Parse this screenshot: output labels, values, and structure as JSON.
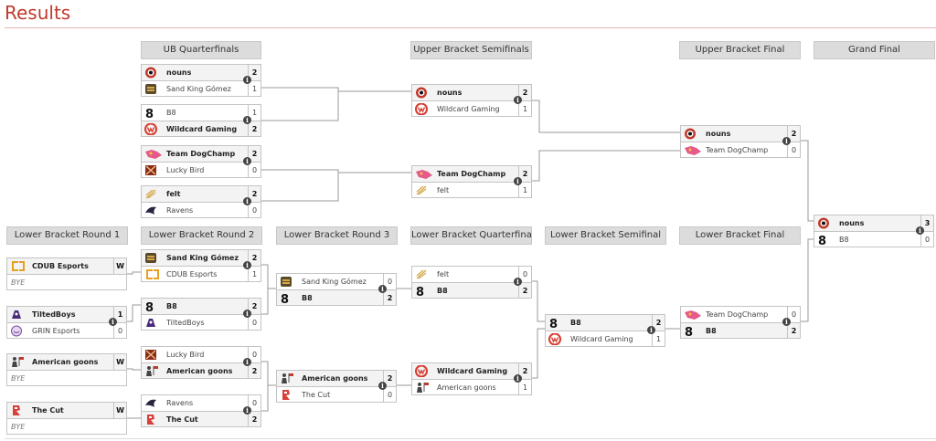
{
  "title": "Results",
  "headers": {
    "ubqf": "UB Quarterfinals",
    "ubsf": "Upper Bracket Semifinals",
    "ubf": "Upper Bracket Final",
    "gf": "Grand Final",
    "lb1": "Lower Bracket Round 1",
    "lb2": "Lower Bracket Round 2",
    "lb3": "Lower Bracket Round 3",
    "lbqf": "Lower Bracket Quarterfinals",
    "lbsf": "Lower Bracket Semifinal",
    "lbf": "Lower Bracket Final"
  },
  "matches": {
    "ubqf1": {
      "t1": "nouns",
      "s1": "2",
      "t2": "Sand King Gómez",
      "s2": "1"
    },
    "ubqf2": {
      "t1": "B8",
      "s1": "1",
      "t2": "Wildcard Gaming",
      "s2": "2"
    },
    "ubqf3": {
      "t1": "Team DogChamp",
      "s1": "2",
      "t2": "Lucky Bird",
      "s2": "0"
    },
    "ubqf4": {
      "t1": "felt",
      "s1": "2",
      "t2": "Ravens",
      "s2": "0"
    },
    "ubsf1": {
      "t1": "nouns",
      "s1": "2",
      "t2": "Wildcard Gaming",
      "s2": "1"
    },
    "ubsf2": {
      "t1": "Team DogChamp",
      "s1": "2",
      "t2": "felt",
      "s2": "1"
    },
    "ubf": {
      "t1": "nouns",
      "s1": "2",
      "t2": "Team DogChamp",
      "s2": "0"
    },
    "gf": {
      "t1": "nouns",
      "s1": "3",
      "t2": "B8",
      "s2": "0"
    },
    "lb1a": {
      "t1": "CDUB Esports",
      "s1": "W",
      "t2": "BYE",
      "s2": ""
    },
    "lb1b": {
      "t1": "TiltedBoys",
      "s1": "1",
      "t2": "GRIN Esports",
      "s2": "0"
    },
    "lb1c": {
      "t1": "American goons",
      "s1": "W",
      "t2": "BYE",
      "s2": ""
    },
    "lb1d": {
      "t1": "The Cut",
      "s1": "W",
      "t2": "BYE",
      "s2": ""
    },
    "lb2a": {
      "t1": "Sand King Gómez",
      "s1": "2",
      "t2": "CDUB Esports",
      "s2": "1"
    },
    "lb2b": {
      "t1": "B8",
      "s1": "2",
      "t2": "TiltedBoys",
      "s2": "0"
    },
    "lb2c": {
      "t1": "Lucky Bird",
      "s1": "0",
      "t2": "American goons",
      "s2": "2"
    },
    "lb2d": {
      "t1": "Ravens",
      "s1": "0",
      "t2": "The Cut",
      "s2": "2"
    },
    "lb3a": {
      "t1": "Sand King Gómez",
      "s1": "0",
      "t2": "B8",
      "s2": "2"
    },
    "lb3b": {
      "t1": "American goons",
      "s1": "2",
      "t2": "The Cut",
      "s2": "0"
    },
    "lbqf1": {
      "t1": "felt",
      "s1": "0",
      "t2": "B8",
      "s2": "2"
    },
    "lbqf2": {
      "t1": "Wildcard Gaming",
      "s1": "2",
      "t2": "American goons",
      "s2": "1"
    },
    "lbsf": {
      "t1": "B8",
      "s1": "2",
      "t2": "Wildcard Gaming",
      "s2": "1"
    },
    "lbf": {
      "t1": "Team DogChamp",
      "s1": "0",
      "t2": "B8",
      "s2": "2"
    }
  },
  "info_icon_glyph": "i",
  "colors": {
    "title": "#c0392b",
    "header_bg": "#dcdcdc",
    "connector": "#888888",
    "info_icon": "#444444"
  }
}
